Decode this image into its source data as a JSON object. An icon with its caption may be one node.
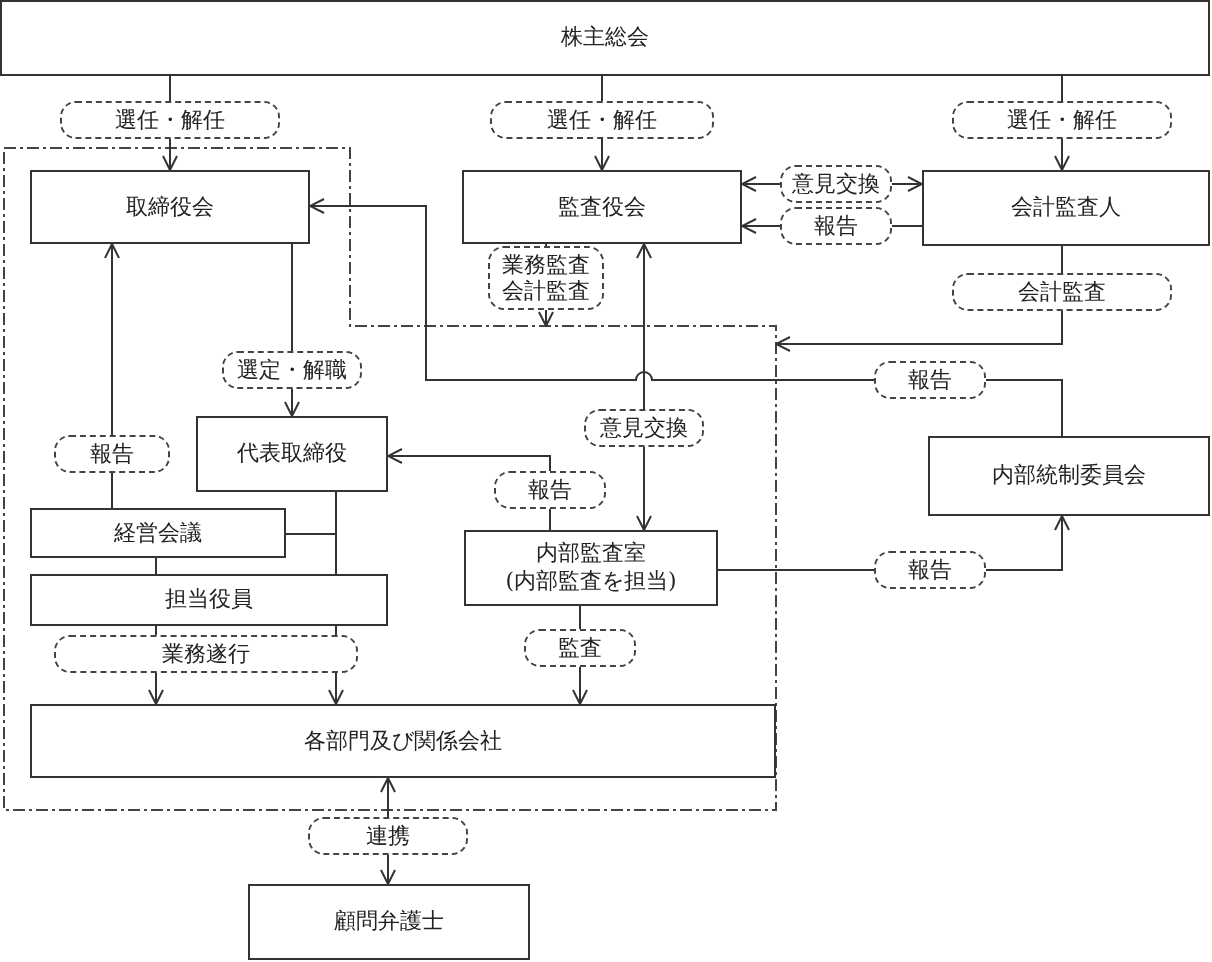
{
  "diagram": {
    "nodes": [
      {
        "text": [
          "株主総会"
        ]
      },
      {
        "text": [],
        "shape": "box"
      },
      {
        "text": [
          "取締役会"
        ],
        "in": 1
      },
      {
        "text": [
          "監査役会"
        ]
      },
      {
        "text": [
          "会計監査人"
        ]
      },
      {
        "text": [
          "代表取締役"
        ],
        "in": 1
      },
      {
        "text": [
          "経営会議"
        ],
        "in": 1
      },
      {
        "text": [
          "担当役員"
        ],
        "in": 1
      },
      {
        "text": [
          "内部監査室",
          "(内部監査を担当)"
        ],
        "in": 1
      },
      {
        "text": [
          "内部統制委員会"
        ]
      },
      {
        "text": [
          "各部門及び関係会社"
        ],
        "in": 1
      },
      {
        "text": [
          "顧問弁護士"
        ]
      }
    ],
    "edges": [
      {
        "from": 0,
        "to": 2,
        "arrow": "to",
        "label": "選任・解任"
      },
      {
        "from": 0,
        "to": 3,
        "arrow": "to",
        "label": "選任・解任"
      },
      {
        "from": 0,
        "to": 4,
        "arrow": "to",
        "label": "選任・解任"
      },
      {
        "from": 3,
        "to": 4,
        "arrow": "both",
        "label": "意見交換"
      },
      {
        "from": 4,
        "to": 3,
        "arrow": "to",
        "label": "報告"
      },
      {
        "from": 3,
        "to": 1,
        "arrow": "to",
        "label": "業務監査会計監査"
      },
      {
        "from": 4,
        "to": 1,
        "arrow": "to",
        "label": "会計監査"
      },
      {
        "from": 9,
        "to": 2,
        "arrow": "to",
        "label": "報告"
      },
      {
        "from": 3,
        "to": 8,
        "arrow": "both",
        "label": "意見交換"
      },
      {
        "from": 6,
        "to": 2,
        "arrow": "to",
        "label": "報告"
      },
      {
        "from": 2,
        "to": 5,
        "arrow": "to",
        "label": "選定・解職"
      },
      {
        "from": 8,
        "to": 5,
        "arrow": "to",
        "label": "報告"
      },
      {
        "from": 5,
        "to": 7,
        "arrow": "none"
      },
      {
        "from": 6,
        "to": 5,
        "arrow": "none"
      },
      {
        "from": 6,
        "to": 7,
        "arrow": "none"
      },
      {
        "from": 7,
        "to": 10,
        "arrow": "to",
        "label": "業務遂行"
      },
      {
        "from": 7,
        "to": 10,
        "arrow": "to"
      },
      {
        "from": 8,
        "to": 10,
        "arrow": "to",
        "label": "監査"
      },
      {
        "from": 8,
        "to": 9,
        "arrow": "to",
        "label": "報告"
      },
      {
        "from": 10,
        "to": 11,
        "arrow": "both",
        "label": "連携"
      }
    ]
  }
}
